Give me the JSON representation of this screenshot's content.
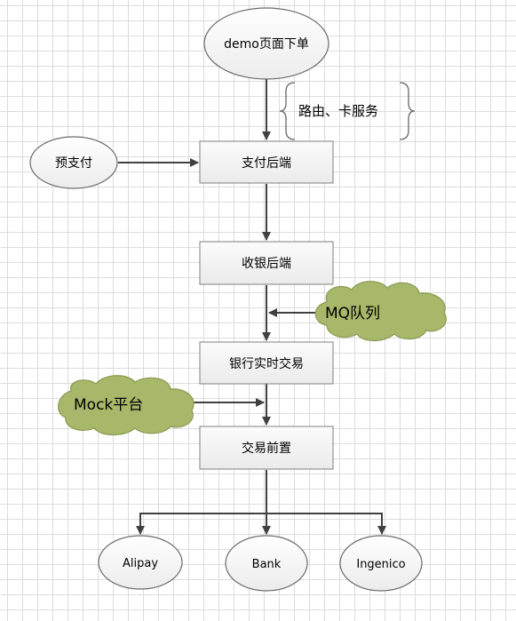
{
  "diagram": {
    "nodes": {
      "demo_order": "demo页面下单",
      "routing_note": "路由、卡服务",
      "pre_payment": "预支付",
      "payment_backend": "支付后端",
      "cashier_backend": "收银后端",
      "mq_queue": "MQ队列",
      "bank_realtime_trade": "银行实时交易",
      "mock_platform": "Mock平台",
      "trade_frontend": "交易前置",
      "alipay": "Alipay",
      "bank": "Bank",
      "ingenico": "Ingenico"
    },
    "colors": {
      "node_fill": "#f2f2f2",
      "node_stroke": "#7f7f7f",
      "cloud_fill": "#a7b86a",
      "arrow": "#404040"
    }
  }
}
